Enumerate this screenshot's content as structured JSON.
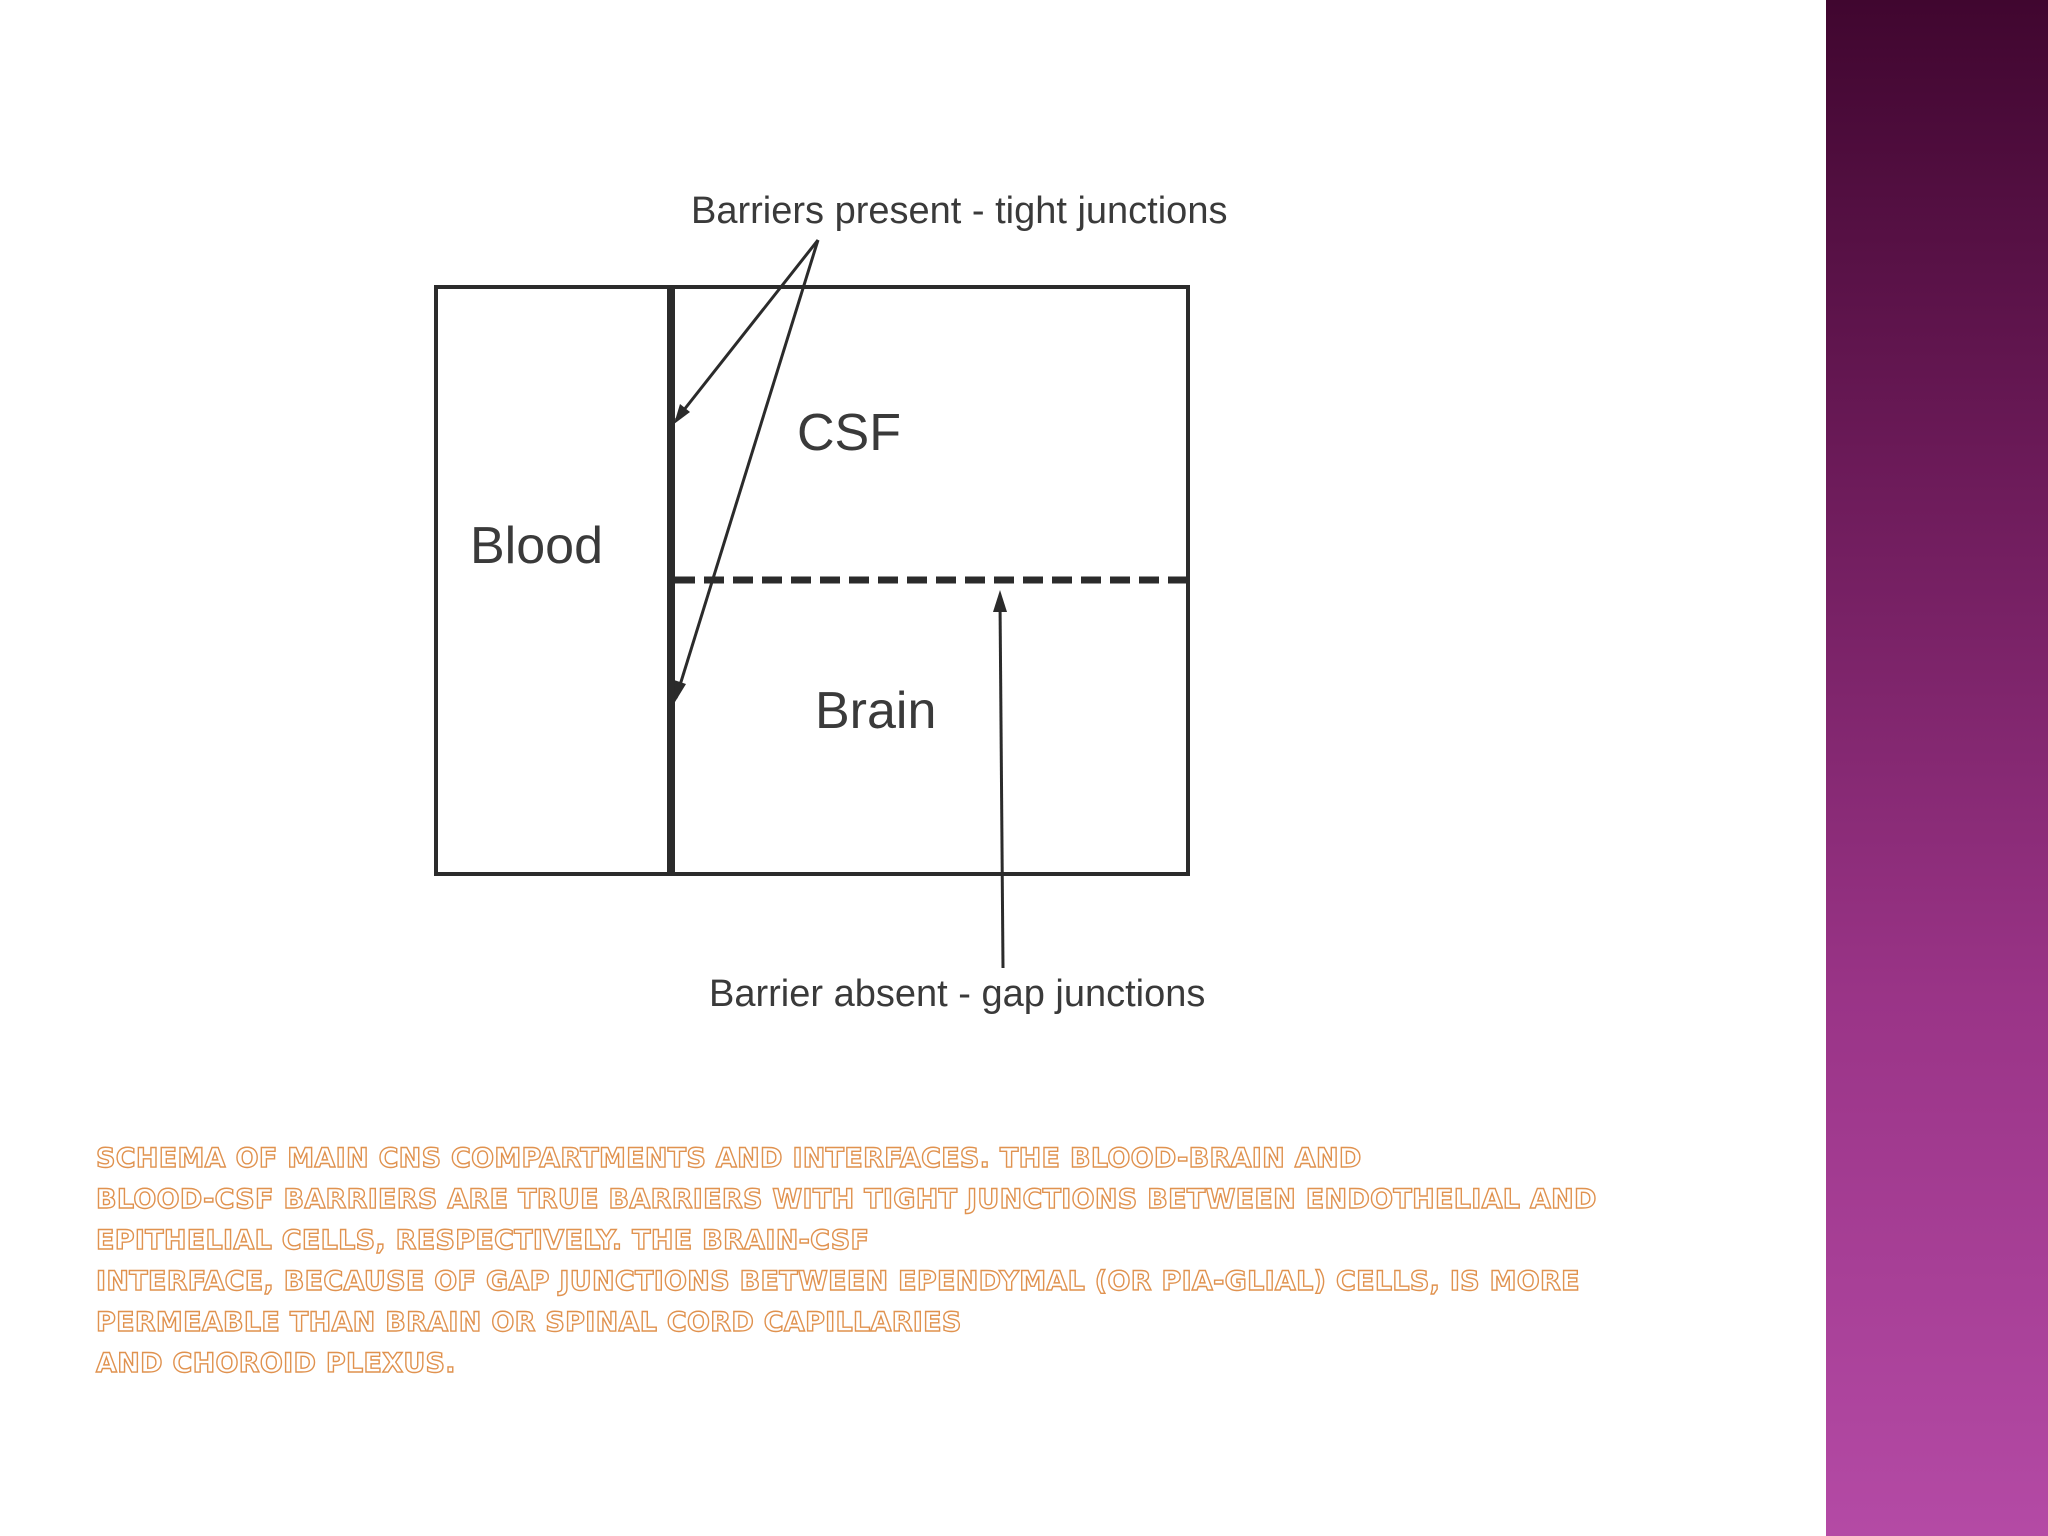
{
  "diagram": {
    "labels": {
      "top_annotation": "Barriers present - tight junctions",
      "bottom_annotation": "Barrier absent - gap junctions",
      "blood": "Blood",
      "csf": "CSF",
      "brain": "Brain"
    },
    "colors": {
      "line": "#2b2b2b",
      "text": "#3a3a3a"
    }
  },
  "caption": {
    "lines": [
      "Schema of main CNS compartments and interfaces. The blood-brain and",
      "blood-CSF barriers are true barriers with tight junctions between endothelial and",
      "epithelial cells, respectively. The brain-CSF",
      "interface, because of gap junctions between ependymal (or pia-glial) cells, is more",
      "permeable than brain or spinal cord capillaries",
      "and choroid plexus."
    ],
    "colors": {
      "fill": "#ffffff",
      "outline": "#e0924f"
    }
  },
  "side_band": {
    "colors": {
      "top": "#40062f",
      "bottom": "#b44aa5"
    }
  }
}
